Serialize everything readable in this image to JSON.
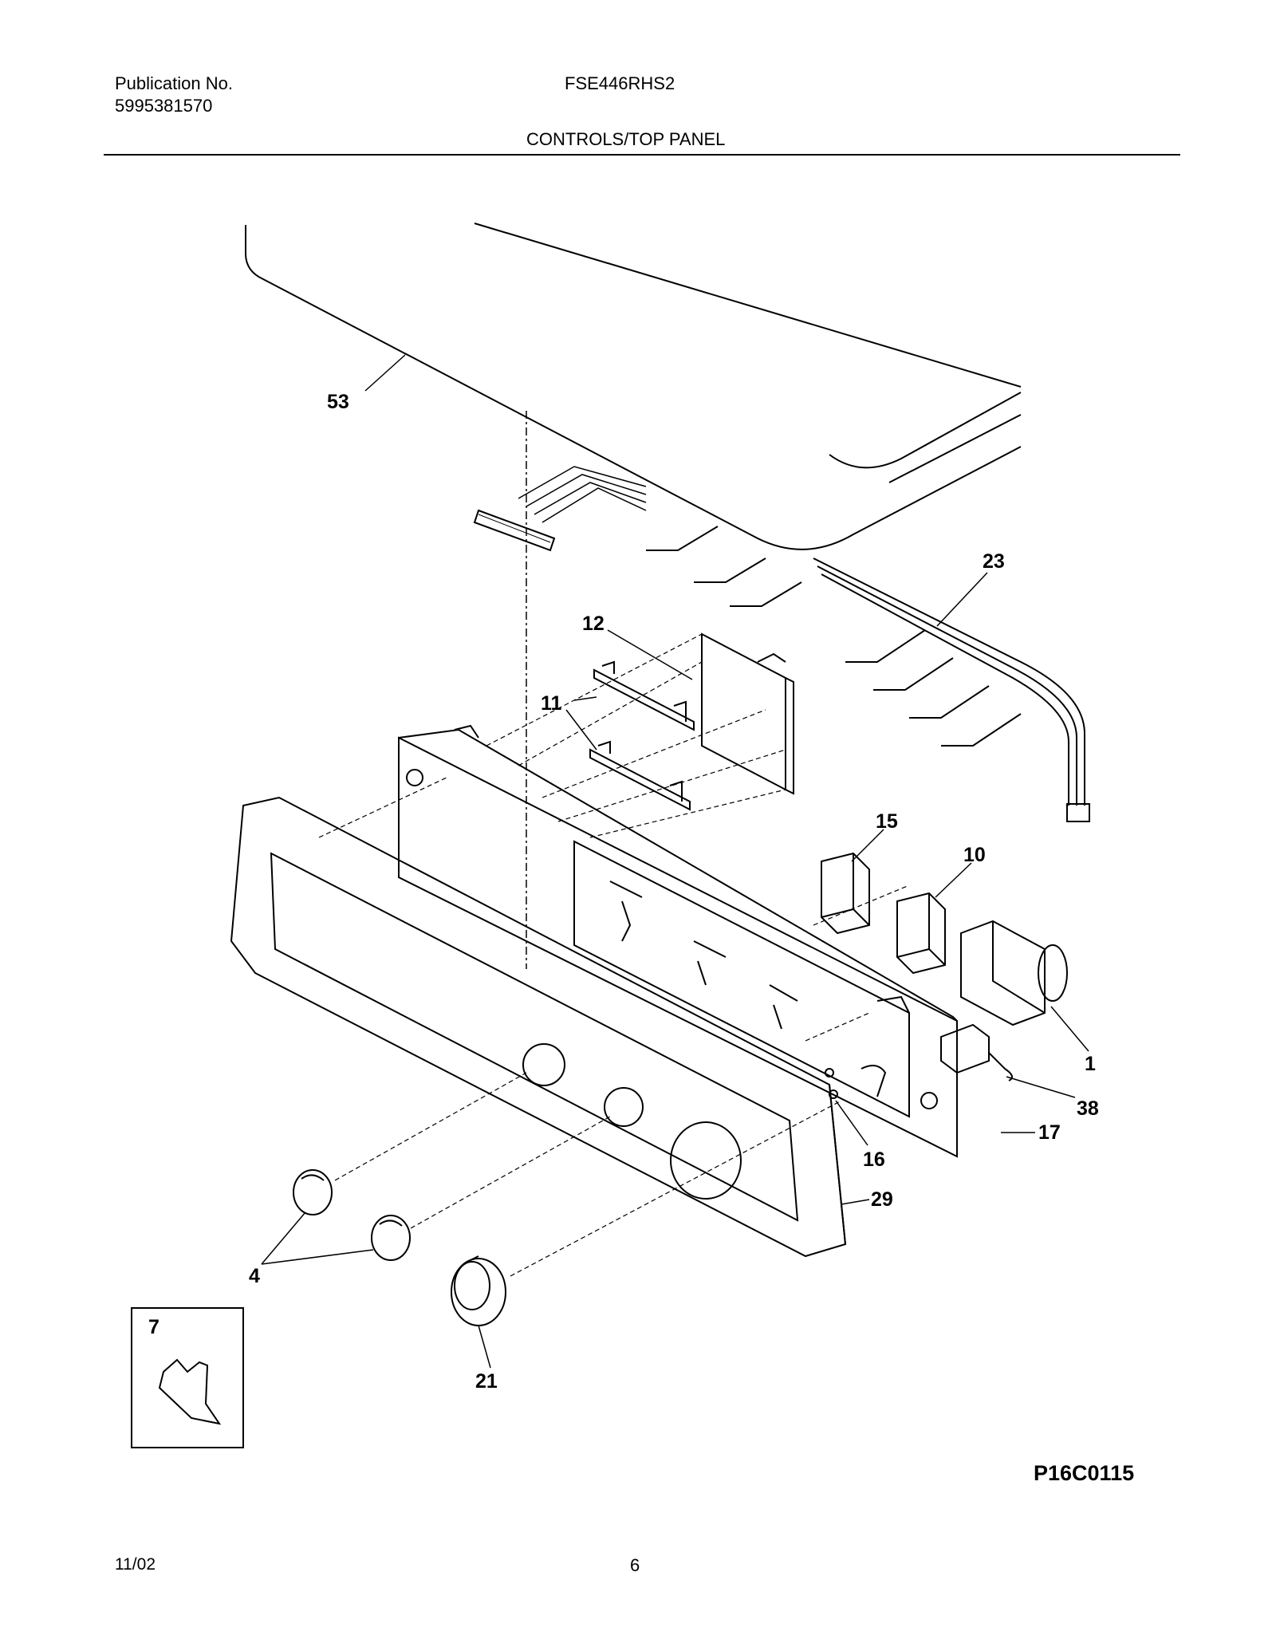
{
  "header": {
    "publication_label": "Publication No.",
    "publication_number": "5995381570",
    "model": "FSE446RHS2",
    "section_title": "CONTROLS/TOP PANEL"
  },
  "diagram": {
    "callouts": {
      "c53": "53",
      "c23": "23",
      "c12": "12",
      "c11": "11",
      "c15": "15",
      "c10": "10",
      "c1": "1",
      "c38": "38",
      "c17": "17",
      "c16": "16",
      "c29": "29",
      "c4": "4",
      "c7": "7",
      "c21": "21"
    },
    "code": "P16C0115"
  },
  "footer": {
    "date": "11/02",
    "page": "6"
  }
}
